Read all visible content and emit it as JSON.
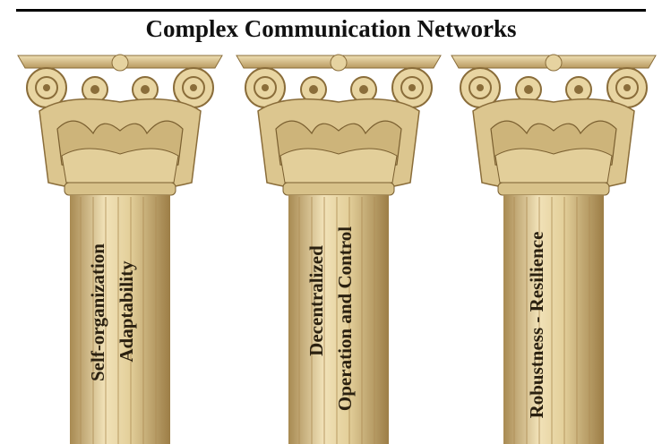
{
  "title": "Complex Communication Networks",
  "pillars": [
    {
      "line1": "Self-organization",
      "line2": "Adaptability"
    },
    {
      "line1": "Decentralized",
      "line2": "Operation and Control"
    },
    {
      "line1": "Robustness - Resilience",
      "line2": ""
    }
  ],
  "colors": {
    "stone": "#e3cf9a",
    "stone_dark": "#a88a52",
    "stone_light": "#f3e6c0"
  }
}
